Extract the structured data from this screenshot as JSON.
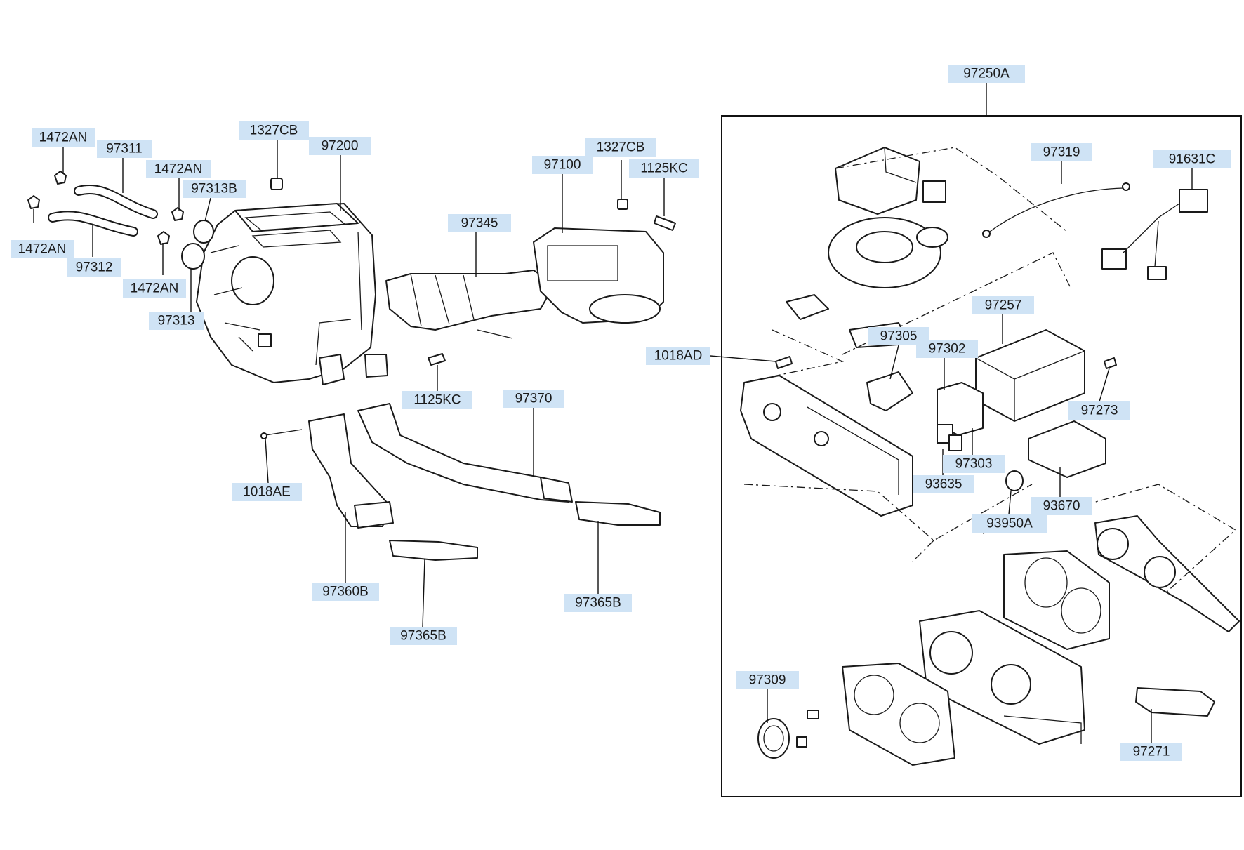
{
  "labels": {
    "l_97250A": "97250A",
    "l_1472AN_a": "1472AN",
    "l_97311": "97311",
    "l_1327CB_a": "1327CB",
    "l_97200": "97200",
    "l_1472AN_b": "1472AN",
    "l_97313B": "97313B",
    "l_1472AN_c": "1472AN",
    "l_97312": "97312",
    "l_1472AN_d": "1472AN",
    "l_97313": "97313",
    "l_1327CB_b": "1327CB",
    "l_97100": "97100",
    "l_1125KC_a": "1125KC",
    "l_97345": "97345",
    "l_1125KC_b": "1125KC",
    "l_97370": "97370",
    "l_1018AE": "1018AE",
    "l_97360B": "97360B",
    "l_97365B_a": "97365B",
    "l_97365B_b": "97365B",
    "l_97319": "97319",
    "l_91631C": "91631C",
    "l_97257": "97257",
    "l_1018AD": "1018AD",
    "l_97305": "97305",
    "l_97302": "97302",
    "l_97273": "97273",
    "l_97303": "97303",
    "l_93635": "93635",
    "l_93670": "93670",
    "l_93950A": "93950A",
    "l_97309": "97309",
    "l_97271": "97271"
  }
}
